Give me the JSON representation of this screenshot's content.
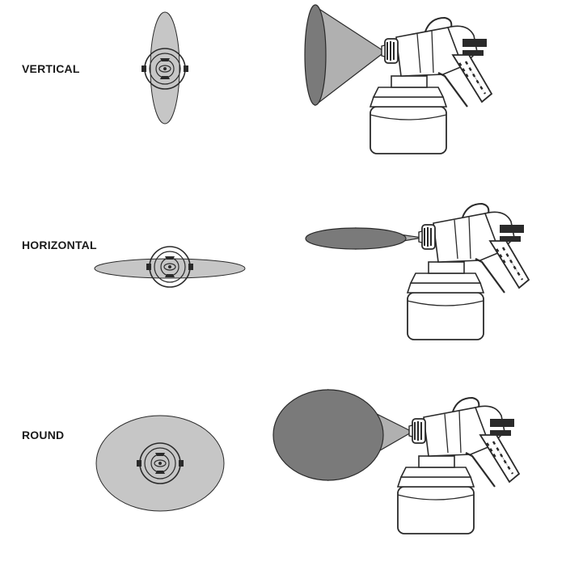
{
  "rows": [
    {
      "id": "vertical",
      "label": "VERTICAL"
    },
    {
      "id": "horizontal",
      "label": "HORIZONTAL"
    },
    {
      "id": "round",
      "label": "ROUND"
    }
  ],
  "colors": {
    "pattern_light": "#c6c6c6",
    "pattern_dark": "#7a7a7a",
    "cone": "#b0b0b0",
    "line": "#2a2a2a",
    "background": "#ffffff"
  },
  "icons": [
    "nozzle-front-icon",
    "spray-gun-icon"
  ]
}
